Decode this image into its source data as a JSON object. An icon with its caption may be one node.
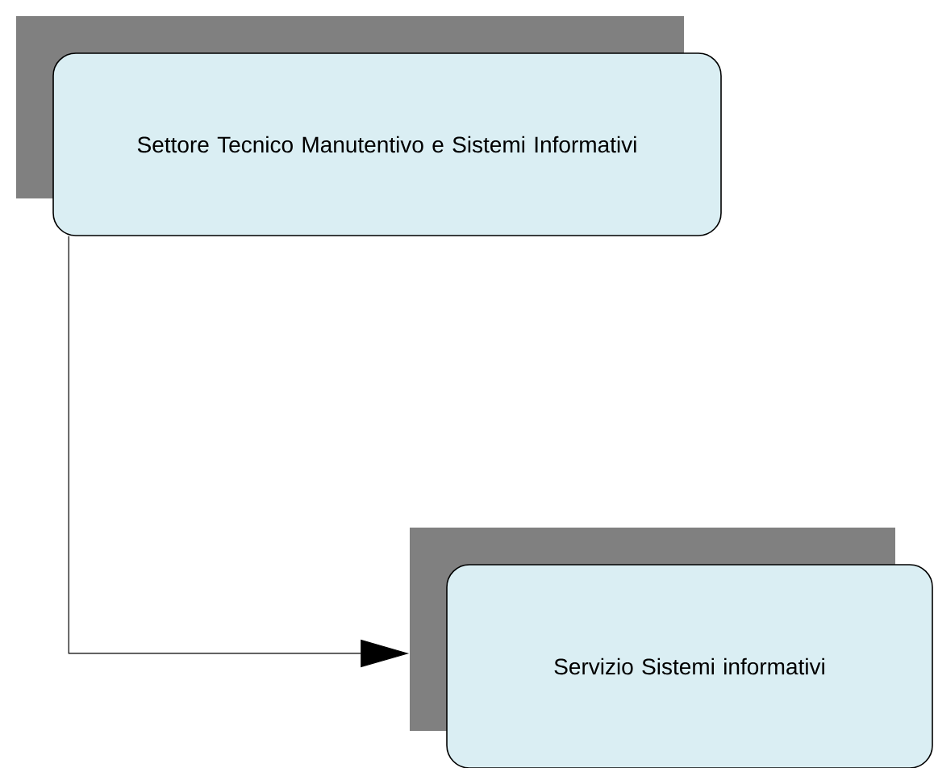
{
  "diagram": {
    "nodes": [
      {
        "text": [
          "Settore Tecnico Manutentivo e Sistemi Informativi"
        ]
      },
      {
        "text": [
          "Servizio Sistemi informativi"
        ]
      }
    ],
    "edges": [
      {
        "from": 0,
        "to": 1,
        "arrow": "to"
      }
    ]
  }
}
